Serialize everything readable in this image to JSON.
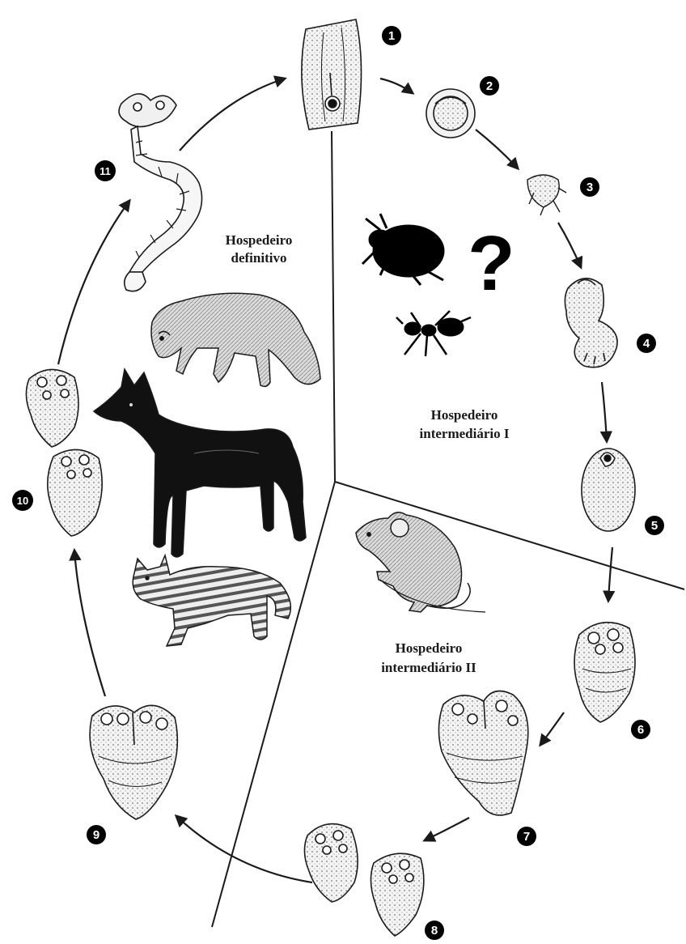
{
  "hosts": {
    "definitive": [
      "Hospedeiro",
      "definitivo"
    ],
    "intermediate_1": [
      "Hospedeiro",
      "intermediário I"
    ],
    "intermediate_2": [
      "Hospedeiro",
      "intermediário II"
    ]
  },
  "question_mark": "?",
  "stages": [
    {
      "number": "1",
      "icon": "egg-capsule-icon"
    },
    {
      "number": "2",
      "icon": "egg-icon"
    },
    {
      "number": "3",
      "icon": "oncosphere-icon"
    },
    {
      "number": "4",
      "icon": "developing-larva-icon"
    },
    {
      "number": "5",
      "icon": "cysticercoid-icon"
    },
    {
      "number": "6",
      "icon": "tetrathyridium-icon"
    },
    {
      "number": "7",
      "icon": "dividing-tetrathyridium-icon"
    },
    {
      "number": "8",
      "icon": "split-tetrathyridium-icon"
    },
    {
      "number": "9",
      "icon": "budding-tetrathyridium-icon"
    },
    {
      "number": "10",
      "icon": "paired-tetrathyridium-icon"
    },
    {
      "number": "11",
      "icon": "adult-tapeworm-icon"
    }
  ],
  "colors": {
    "ink": "#1a1a1a",
    "badge": "#000000",
    "shade": "#d9d9d9",
    "paper": "#ffffff"
  }
}
